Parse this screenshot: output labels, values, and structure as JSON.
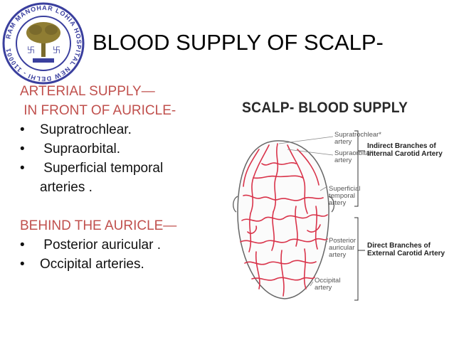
{
  "slide": {
    "title": "BLOOD SUPPLY OF SCALP-"
  },
  "logo": {
    "ring_text": "RAM MANOHAR LOHIA HOSPITAL NEW DELHI - 110001",
    "colors": {
      "ring": "#3a3f9e",
      "tree": "#7a6a2c"
    }
  },
  "left": {
    "heading1": "ARTERIAL SUPPLY—",
    "sub1": " IN FRONT OF AURICLE-",
    "bullets1": [
      "Supratrochlear.",
      " Supraorbital.",
      " Superficial temporal"
    ],
    "bullet1_cont": "arteries .",
    "heading2": "BEHIND THE AURICLE—",
    "bullets2": [
      " Posterior auricular .",
      "Occipital arteries."
    ],
    "bullet_symbol": "•"
  },
  "diagram": {
    "title": "SCALP- BLOOD SUPPLY",
    "labels": {
      "supratrochlear": [
        "Supratrochlear*",
        "artery"
      ],
      "supraorbital": [
        "Supraorbital*",
        "artery"
      ],
      "superficial_temporal": [
        "Superficial",
        "temporal",
        "artery"
      ],
      "posterior_auricular": [
        "Posterior",
        "auricular",
        "artery"
      ],
      "occipital": [
        "Occipital",
        "artery"
      ]
    },
    "brackets": {
      "internal": [
        "Indirect Branches of",
        "Internal Carotid Artery"
      ],
      "external": [
        "Direct Branches of",
        "External Carotid Artery"
      ]
    },
    "colors": {
      "vessel": "#d9334a",
      "outline": "#666666"
    }
  }
}
